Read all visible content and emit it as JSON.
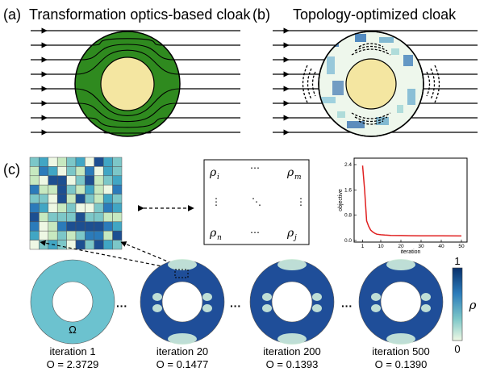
{
  "panel_a": {
    "label": "(a)",
    "title": "Transformation optics-based cloak"
  },
  "panel_b": {
    "label": "(b)",
    "title": "Topology-optimized cloak"
  },
  "panel_c": {
    "label": "(c)",
    "matrix": {
      "top_left": "ρ",
      "top_left_sub": "i",
      "top_right": "ρ",
      "top_right_sub": "m",
      "bottom_left": "ρ",
      "bottom_left_sub": "n",
      "bottom_right": "ρ",
      "bottom_right_sub": "j",
      "hdots": "⋯",
      "vdots": "⋮",
      "ddots": "⋱"
    },
    "domain_label": "Ω",
    "ellipsis": "···",
    "colorbar": {
      "max": "1",
      "min": "0",
      "symbol": "ρ"
    },
    "iterations": [
      {
        "label": "iteration 1",
        "objective": "O = 2.3729"
      },
      {
        "label": "iteration 20",
        "objective": "O = 0.1477"
      },
      {
        "label": "iteration 200",
        "objective": "O = 0.1393"
      },
      {
        "label": "iteration 500",
        "objective": "O = 0.1390"
      }
    ]
  },
  "chart_data": {
    "type": "line",
    "xlabel": "iteration",
    "ylabel": "objective",
    "xlim": [
      0,
      50
    ],
    "ylim": [
      0,
      2.4
    ],
    "x_ticks": [
      "1",
      "10",
      "20",
      "30",
      "40",
      "50"
    ],
    "y_ticks": [
      "0.0",
      "0.8",
      "1.6",
      "2.4"
    ],
    "series": [
      {
        "color": "#e02020",
        "x": [
          1,
          2,
          3,
          4,
          5,
          6,
          7,
          8,
          10,
          12,
          15,
          20,
          25,
          30,
          40,
          50
        ],
        "y": [
          2.37,
          1.6,
          0.62,
          0.45,
          0.33,
          0.27,
          0.23,
          0.2,
          0.18,
          0.17,
          0.16,
          0.155,
          0.15,
          0.148,
          0.145,
          0.143
        ]
      }
    ]
  }
}
